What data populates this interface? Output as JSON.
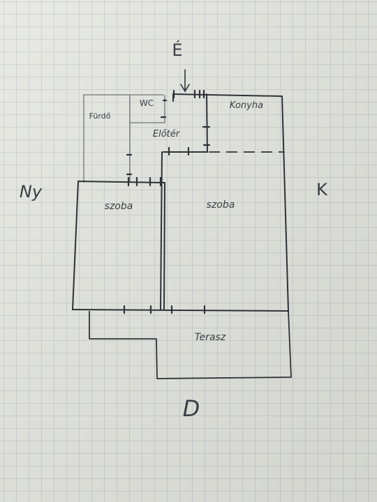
{
  "compass": {
    "north": "É",
    "west": "Ny",
    "east": "K",
    "south": "D"
  },
  "rooms": {
    "bathroom": "Fürdő",
    "wc": "WC",
    "kitchen": "Konyha",
    "hallway": "Előtér",
    "room_left": "szoba",
    "room_right": "szoba",
    "terrace": "Terasz"
  },
  "colors": {
    "ink": "#2e3138",
    "pencil": "#6f7278",
    "grid": "#b9bcbf",
    "paper": "#e6e7e1"
  }
}
